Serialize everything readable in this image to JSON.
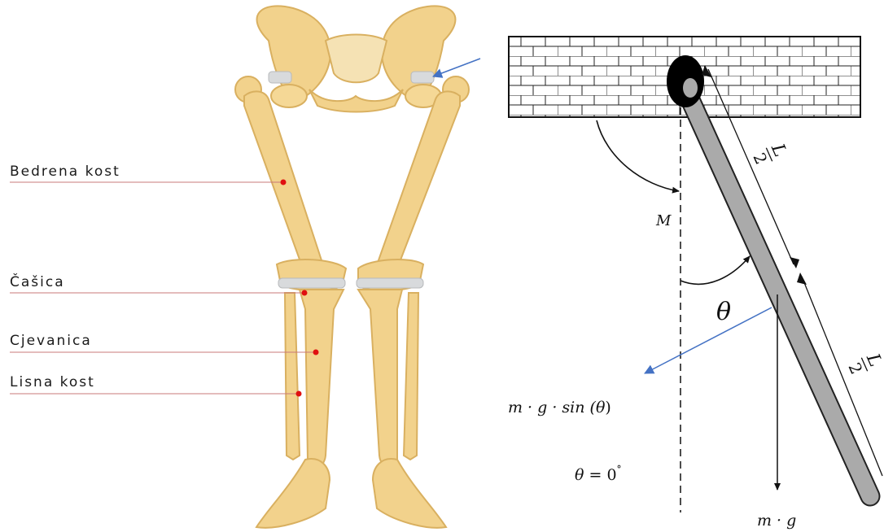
{
  "anatomy": {
    "labels": [
      {
        "id": "femur",
        "text": "Bedrena kost"
      },
      {
        "id": "patella",
        "text": "Čašica"
      },
      {
        "id": "tibia",
        "text": "Cjevanica"
      },
      {
        "id": "fibula",
        "text": "Lisna kost"
      }
    ],
    "colors": {
      "bone": "#f2d28c",
      "bone_edge": "#d9b060",
      "cartilage": "#d8dadc",
      "leader_line": "#c87878",
      "marker_dot": "#e01010"
    }
  },
  "pendulum": {
    "moment_label": "M",
    "angle_label": "θ",
    "half_length_label": {
      "numerator": "L",
      "denominator": "2"
    },
    "tangential_force": {
      "prefix": "m · g · sin (",
      "var": "θ",
      "suffix": ")"
    },
    "gravity_force": "m · g",
    "equilibrium": {
      "var": "θ",
      "rest": " = 0",
      "degree": "°"
    },
    "colors": {
      "rod": "#aaaaaa",
      "rod_edge": "#222222",
      "pivot": "#000000",
      "pointer_arrow": "#4472c4"
    }
  }
}
